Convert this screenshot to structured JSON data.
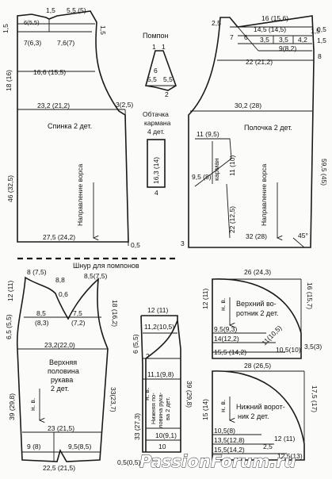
{
  "pompon": {
    "title": "Помпон",
    "d_top_left": "1",
    "d_top_right": "1",
    "d_height": "6",
    "d_mid1": "5,5",
    "d_mid2": "5,5",
    "d_bottom": "2"
  },
  "pocket_facing": {
    "title_line1": "Обтачка",
    "title_line2": "кармана",
    "title_line3": "4 дет.",
    "d_height": "16,3 (14)",
    "d_width": "4"
  },
  "back": {
    "label": "Спинка 2 дет.",
    "d_side_top": "1,5",
    "d_top_neck": "1,5",
    "d_shoulder": "5,5 (5)",
    "d_top_right": "1,5",
    "d_r1": "6(5,5)",
    "d_r2": "7(6,3)",
    "d_r3": "7,6(7)",
    "d_r4": "16,6 (15,5)",
    "d_r5": "23,2 (21,2)",
    "d_armhole": "3(2,5)",
    "d_hem": "27,5 (24,2)",
    "d_hem_step": "0,5",
    "d_h_upper": "18 (16)",
    "d_h_lower": "46 (32,5)",
    "grain": "Направление ворса"
  },
  "front": {
    "label": "Полочка 2 дет.",
    "d_top_left": "2,5",
    "d_r1": "16 (15,6)",
    "d_r2": "14,5 (14,5)",
    "d_r2_side": "1,5",
    "d_r3a": "7",
    "d_r3b": "6",
    "d_r4a": "3,5",
    "d_r4b": "3,5",
    "d_r4c": "4,2",
    "d_r5": "9(8,2)",
    "d_r6": "22 (21,2)",
    "d_side_a": "0,5",
    "d_side_b": "1,5",
    "d_side_c": "8",
    "d_bust": "30,2 (28)",
    "d_pocket_top": "11 (9,5)",
    "pocket_label": "карман",
    "d_pocket_side": "11 (10)",
    "d_pocket_bottom": "9,5 (8)",
    "d_pocket_low": "22 (12,5)",
    "d_height": "59,5 (45)",
    "d_hem": "32 (28)",
    "d_hem_left": "3",
    "angle": "45°",
    "grain": "Направление ворса"
  },
  "cord": {
    "label": "Шнур для помпонов"
  },
  "sleeve_top": {
    "label_line1": "Верхняя",
    "label_line2": "половина",
    "label_line3": "рукава",
    "label_line4": "2 дет.",
    "d_top_left": "8 (7,5)",
    "d_cap_mid": "8,8",
    "d_cap_right": "8,5(7,5)",
    "d_curve": "0,6",
    "d_left_h": "12 (11)",
    "d_m1": "8,5",
    "d_m2": "(8,3)",
    "d_m3": "7,5",
    "d_m4": "(7,2)",
    "d_right_h": "18 (16,2)",
    "d_left_small": "6,5 (5,5)",
    "d_width": "23,2(22,0)",
    "d_length": "39 (29,8)",
    "d_length_right": "33(23,7)",
    "d_bottom": "23 (21,5)",
    "d_cuff_l": "9 (8)",
    "d_cuff_r": "9,5(8,5)",
    "d_hem": "22,5 (21,5)",
    "grain": "н. в."
  },
  "sleeve_bottom": {
    "label_line1": "Нижняя по-",
    "label_line2": "ловина рука-",
    "label_line3": "ва 2 дет.",
    "d_top": "12 (11)",
    "d_r1": "11,2(10,5)",
    "d_left1": "6 (5,5)",
    "d_two": "2",
    "d_r2": "11,1(9,8)",
    "d_length": "33 (27,3)",
    "d_length_right": "39 (29,8)",
    "d_r3": "10(9,1)",
    "d_r4": "10",
    "d_bottom": "0,5(0,5)",
    "grain": "н. в."
  },
  "upper_collar": {
    "label_line1": "Верхний во-",
    "label_line2": "ротник 2 дет.",
    "d_top": "26 (24,3)",
    "d_left": "12 (11)",
    "d_right": "16 (15,7)",
    "d_r1": "9,5(9,3)",
    "d_r2": "14(12,2)",
    "d_r3": "15,5 (14,2)",
    "d_r4": "11(10,5)",
    "d_r5": "10,5(10)",
    "d_corner": "3,5(3)",
    "grain": "н. в."
  },
  "lower_collar": {
    "label_line1": "Нижний ворот-",
    "label_line2": "ник 2 дет.",
    "d_top": "28 (26,5)",
    "d_left": "15 (14)",
    "d_right": "17,5 (17)",
    "d_r1": "10,5(8)",
    "d_r2": "13,5(12,8)",
    "d_r3": "15,5(14,2)",
    "d_r4": "12 (11)",
    "d_r5": "2,5",
    "d_r6": "12,5(13)",
    "grain": "н. в."
  },
  "watermark": "PassionForum.ru"
}
